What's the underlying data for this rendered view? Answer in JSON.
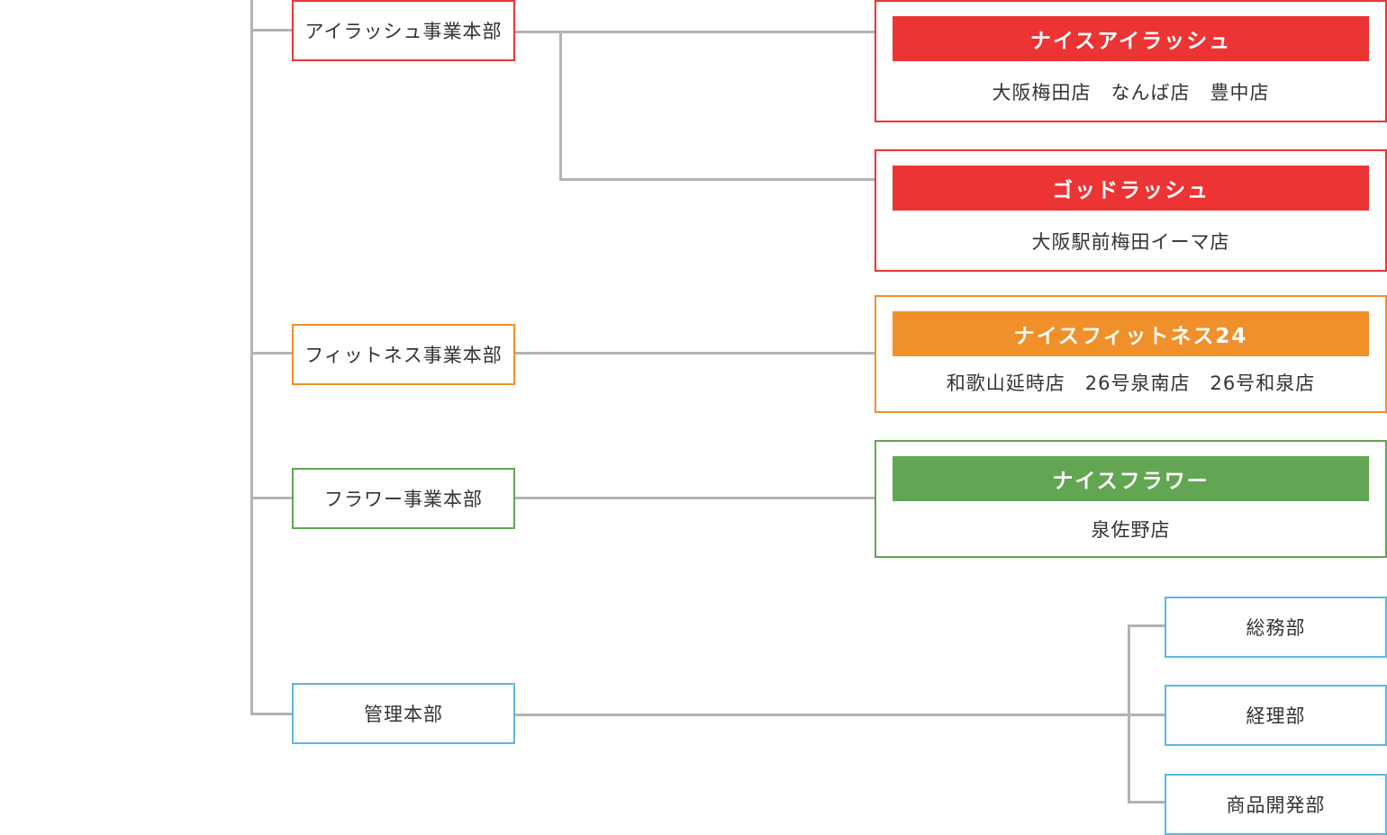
{
  "colors": {
    "line": "#b3b3b3",
    "eyelash": "#ec3434",
    "fitness": "#f0902a",
    "flower": "#62a552",
    "admin": "#60b6e0"
  },
  "departments": {
    "eyelash": "アイラッシュ事業本部",
    "fitness": "フィットネス事業本部",
    "flower": "フラワー事業本部",
    "admin": "管理本部"
  },
  "groups": {
    "nice_eyelash": {
      "brand": "ナイスアイラッシュ",
      "stores": "大阪梅田店　なんば店　豊中店"
    },
    "god_lash": {
      "brand": "ゴッドラッシュ",
      "stores": "大阪駅前梅田イーマ店"
    },
    "nice_fitness": {
      "brand": "ナイスフィットネス24",
      "stores": "和歌山延時店　26号泉南店　26号和泉店"
    },
    "nice_flower": {
      "brand": "ナイスフラワー",
      "stores": "泉佐野店"
    }
  },
  "admin_sections": [
    "総務部",
    "経理部",
    "商品開発部"
  ]
}
